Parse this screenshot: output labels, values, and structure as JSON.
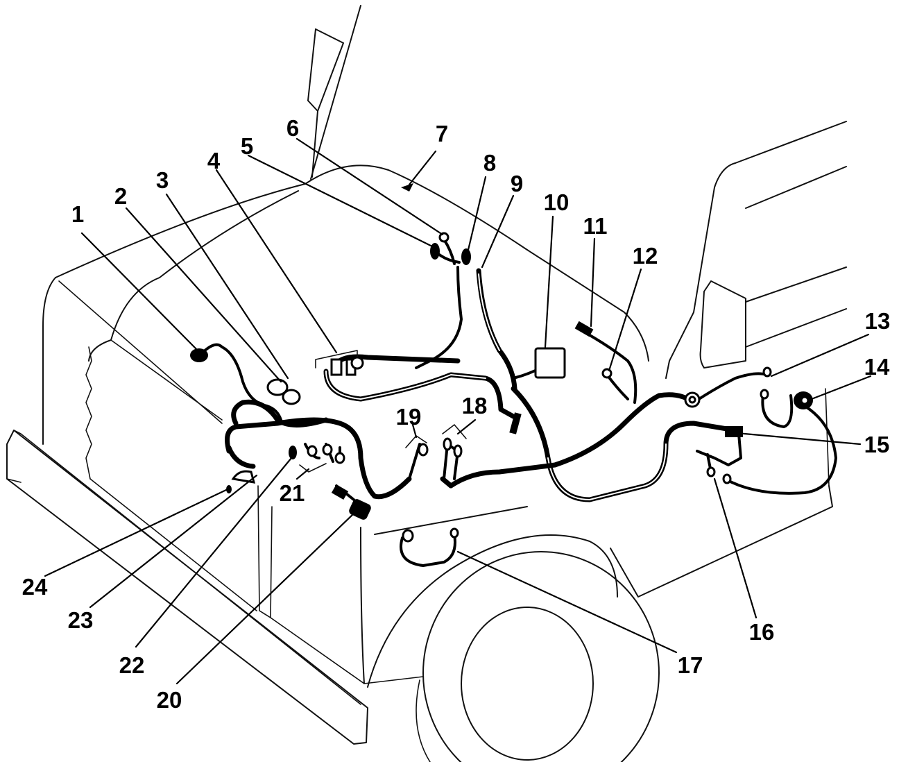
{
  "callouts": [
    "1",
    "2",
    "3",
    "4",
    "5",
    "6",
    "7",
    "8",
    "9",
    "10",
    "11",
    "12",
    "13",
    "14",
    "15",
    "16",
    "17",
    "18",
    "19",
    "20",
    "21",
    "22",
    "23",
    "24"
  ],
  "colors": {
    "line": "#000000",
    "background": "#ffffff"
  }
}
